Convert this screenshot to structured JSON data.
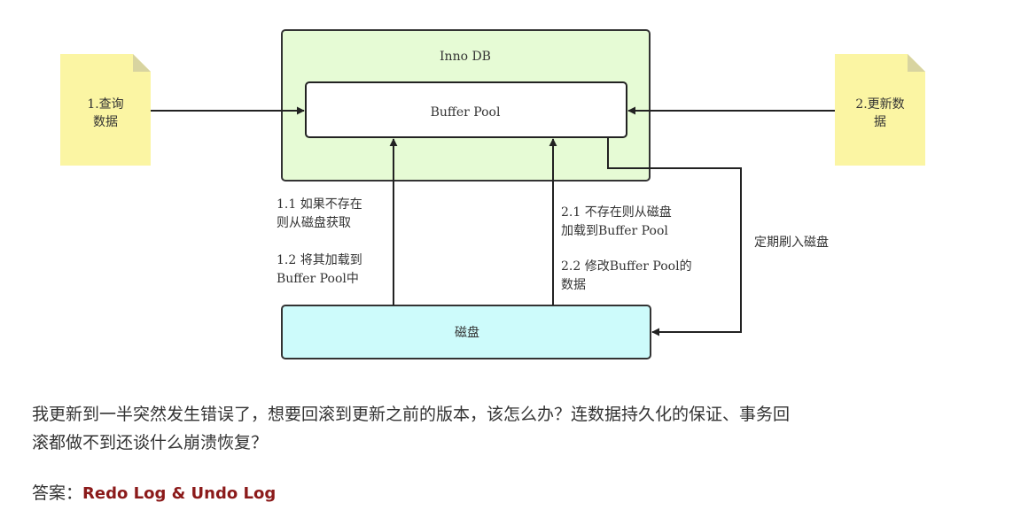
{
  "diagram": {
    "innodb_label": "Inno DB",
    "buffer_pool_label": "Buffer Pool",
    "disk_label": "磁盘",
    "note_query": [
      "1.查询",
      "数据"
    ],
    "note_update": [
      "2.更新数",
      "据"
    ],
    "label_1_1": [
      "1.1 如果不存在",
      "则从磁盘获取"
    ],
    "label_1_2": [
      "1.2 将其加载到",
      "Buffer Pool中"
    ],
    "label_2_1": [
      "2.1 不存在则从磁盘",
      "加载到Buffer Pool"
    ],
    "label_2_2": [
      "2.2 修改Buffer Pool的",
      "数据"
    ],
    "label_flush": "定期刷入磁盘",
    "colors": {
      "innodb_fill": "#e6fbd5",
      "disk_fill": "#cdfbfb",
      "note_fill": "#fbf5a3",
      "note_fold": "#d8d4a0",
      "stroke": "#222222"
    }
  },
  "question": {
    "line1": "我更新到一半突然发生错误了，想要回滚到更新之前的版本，该怎么办？连数据持久化的保证、事务回",
    "line2": "滚都做不到还谈什么崩溃恢复？"
  },
  "answer": {
    "prefix": "答案：",
    "value": "Redo Log & Undo Log"
  }
}
